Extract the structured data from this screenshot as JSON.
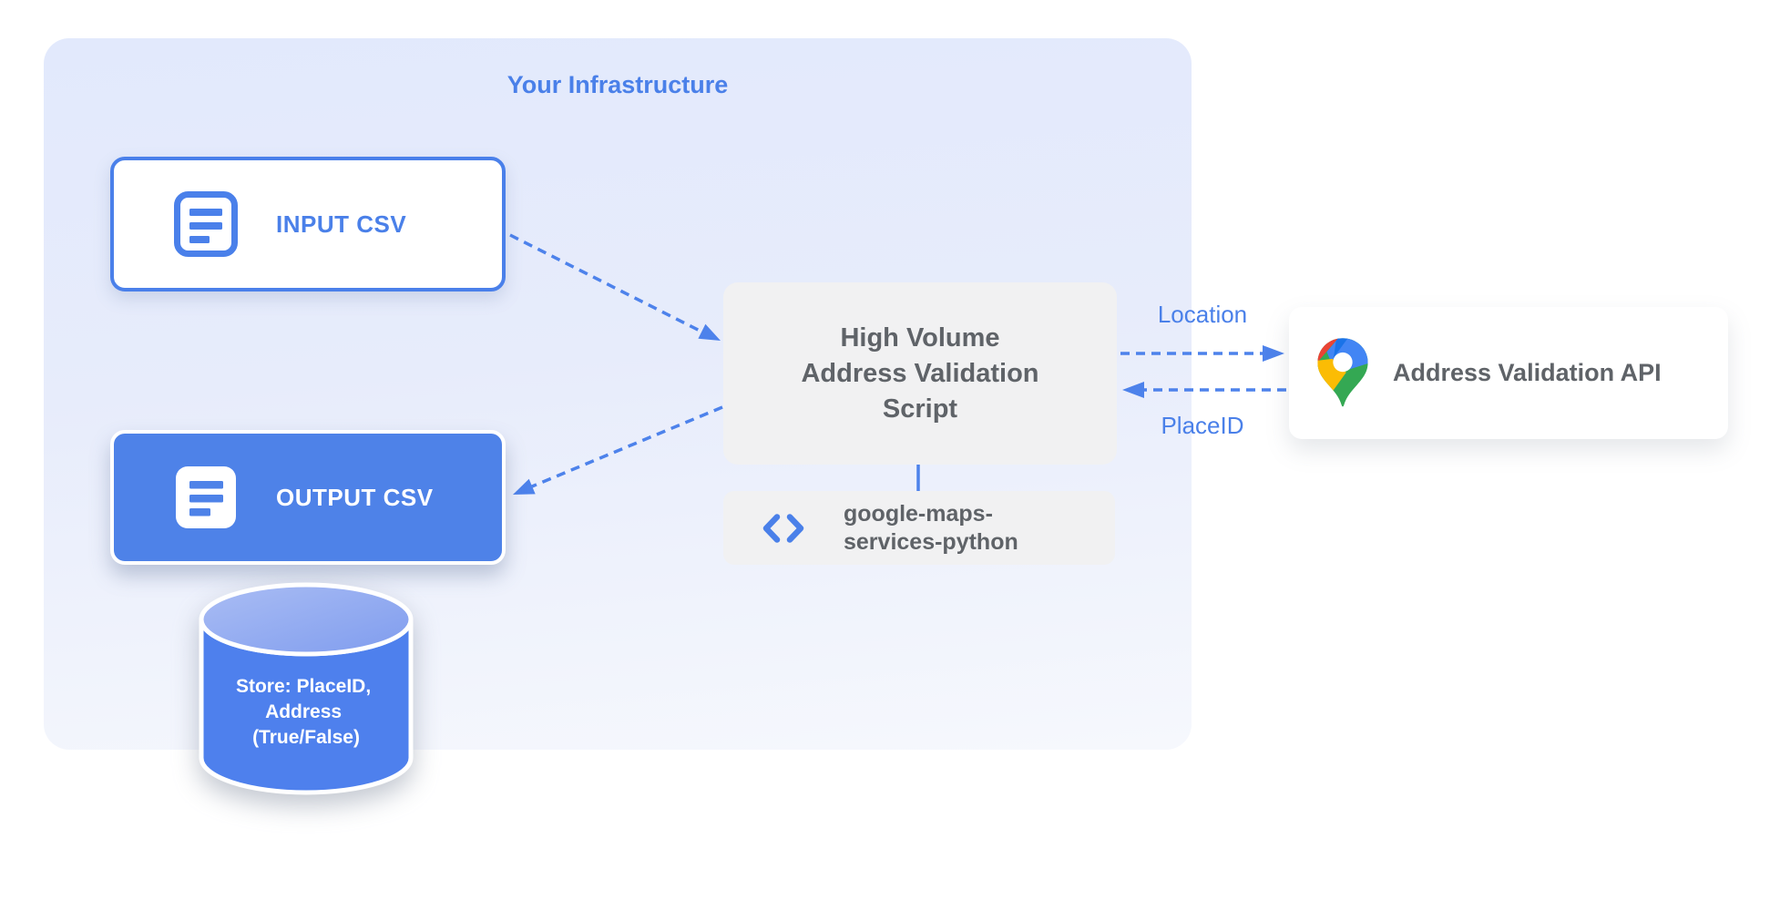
{
  "title": "Your Infrastructure",
  "nodes": {
    "input_csv": {
      "label": "INPUT CSV",
      "icon": "csv-file-icon"
    },
    "output_csv": {
      "label": "OUTPUT CSV",
      "icon": "csv-file-icon"
    },
    "script": {
      "lines": [
        "High Volume",
        "Address Validation",
        "Script"
      ]
    },
    "library": {
      "lines": [
        "google-maps-",
        "services-python"
      ],
      "icon": "code-icon"
    },
    "api": {
      "label": "Address Validation API",
      "icon": "google-maps-pin-icon"
    },
    "datastore": {
      "lines": [
        "Store: PlaceID,",
        "Address",
        "(True/False)"
      ]
    }
  },
  "edges": [
    {
      "from": "input_csv",
      "to": "script",
      "style": "dashed",
      "label": ""
    },
    {
      "from": "script",
      "to": "output_csv",
      "style": "dashed",
      "label": ""
    },
    {
      "from": "script",
      "to": "api",
      "style": "dashed",
      "label": "Location"
    },
    {
      "from": "api",
      "to": "script",
      "style": "dashed",
      "label": "PlaceID"
    },
    {
      "from": "script",
      "to": "library",
      "style": "solid",
      "label": ""
    }
  ],
  "icons": {
    "csv_file": "document-with-lines",
    "code": "angle-brackets",
    "maps_pin": "google-maps-multicolor-pin",
    "arrowhead": "solid-triangle"
  },
  "colors": {
    "accent_blue": "#4a80e9",
    "arrow_blue": "#4d82eb",
    "node_blue": "#4e82e8",
    "cylinder_body": "#4e80ed",
    "cylinder_top_light": "#aabdf4",
    "cylinder_top_dark": "#7f9cee",
    "container_top": "#e2e9fc",
    "container_bottom": "#f6f8fd",
    "box_gray": "#f1f1f2",
    "text_gray": "#5f6368",
    "pin_red": "#EA4335",
    "pin_blue": "#4285F4",
    "pin_dark_blue": "#1A73E8",
    "pin_yellow": "#FBBC04",
    "pin_green": "#34A853",
    "white": "#ffffff"
  }
}
